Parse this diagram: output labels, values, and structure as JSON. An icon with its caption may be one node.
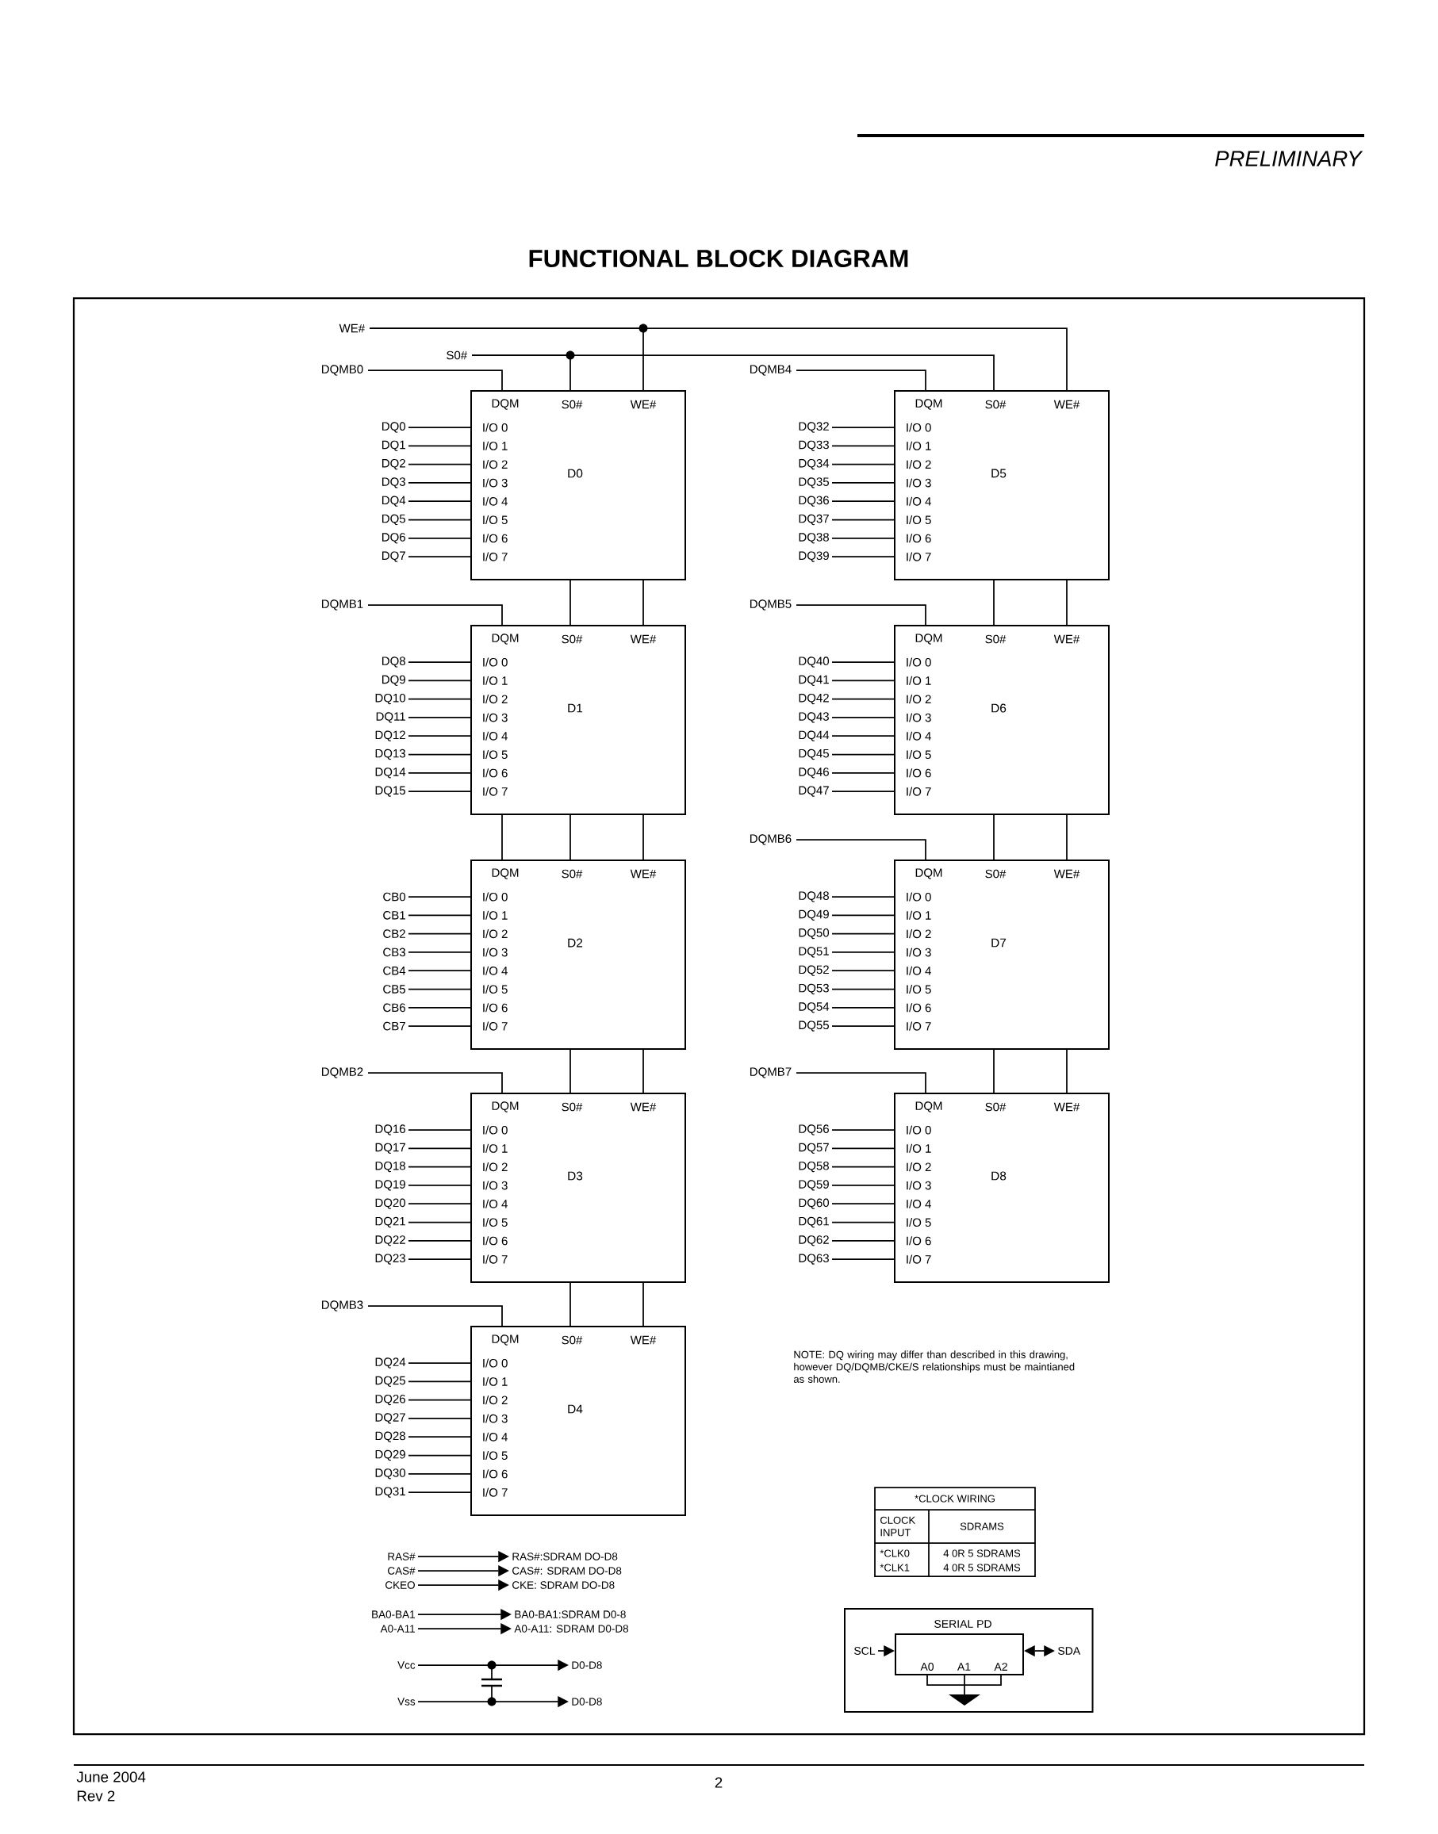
{
  "diagram": {
    "title": "FUNCTIONAL BLOCK DIAGRAM",
    "nodes": [
      {
        "text": [
          "WE#"
        ]
      },
      {
        "text": [
          "S0#"
        ]
      },
      {
        "text": [
          "DQM",
          "S0#",
          "WE#",
          "I/O 0",
          "I/O 1",
          "I/O 2",
          "I/O 3",
          "I/O 4",
          "I/O 5",
          "I/O 6",
          "I/O 7",
          "D0"
        ]
      },
      {
        "text": [
          "DQM",
          "S0#",
          "WE#",
          "I/O 0",
          "I/O 1",
          "I/O 2",
          "I/O 3",
          "I/O 4",
          "I/O 5",
          "I/O 6",
          "I/O 7",
          "D1"
        ]
      },
      {
        "text": [
          "DQM",
          "S0#",
          "WE#",
          "I/O 0",
          "I/O 1",
          "I/O 2",
          "I/O 3",
          "I/O 4",
          "I/O 5",
          "I/O 6",
          "I/O 7",
          "D2"
        ]
      },
      {
        "text": [
          "DQM",
          "S0#",
          "WE#",
          "I/O 0",
          "I/O 1",
          "I/O 2",
          "I/O 3",
          "I/O 4",
          "I/O 5",
          "I/O 6",
          "I/O 7",
          "D3"
        ]
      },
      {
        "text": [
          "DQM",
          "S0#",
          "WE#",
          "I/O 0",
          "I/O 1",
          "I/O 2",
          "I/O 3",
          "I/O 4",
          "I/O 5",
          "I/O 6",
          "I/O 7",
          "D4"
        ]
      },
      {
        "text": [
          "DQM",
          "S0#",
          "WE#",
          "I/O 0",
          "I/O 1",
          "I/O 2",
          "I/O 3",
          "I/O 4",
          "I/O 5",
          "I/O 6",
          "I/O 7",
          "D5"
        ]
      },
      {
        "text": [
          "DQM",
          "S0#",
          "WE#",
          "I/O 0",
          "I/O 1",
          "I/O 2",
          "I/O 3",
          "I/O 4",
          "I/O 5",
          "I/O 6",
          "I/O 7",
          "D6"
        ]
      },
      {
        "text": [
          "DQM",
          "S0#",
          "WE#",
          "I/O 0",
          "I/O 1",
          "I/O 2",
          "I/O 3",
          "I/O 4",
          "I/O 5",
          "I/O 6",
          "I/O 7",
          "D7"
        ]
      },
      {
        "text": [
          "DQM",
          "S0#",
          "WE#",
          "I/O 0",
          "I/O 1",
          "I/O 2",
          "I/O 3",
          "I/O 4",
          "I/O 5",
          "I/O 6",
          "I/O 7",
          "D8"
        ]
      },
      {
        "text": [
          "DQMB0"
        ]
      },
      {
        "text": [
          "DQMB1"
        ]
      },
      {
        "text": [
          "DQMB2"
        ]
      },
      {
        "text": [
          "DQMB3"
        ]
      },
      {
        "text": [
          "DQMB4"
        ]
      },
      {
        "text": [
          "DQMB5"
        ]
      },
      {
        "text": [
          "DQMB6"
        ]
      },
      {
        "text": [
          "DQMB7"
        ]
      },
      {
        "text": [
          "DQ0"
        ]
      },
      {
        "text": [
          "DQ1"
        ]
      },
      {
        "text": [
          "DQ2"
        ]
      },
      {
        "text": [
          "DQ3"
        ]
      },
      {
        "text": [
          "DQ4"
        ]
      },
      {
        "text": [
          "DQ5"
        ]
      },
      {
        "text": [
          "DQ6"
        ]
      },
      {
        "text": [
          "DQ7"
        ]
      },
      {
        "text": [
          "DQ8"
        ]
      },
      {
        "text": [
          "DQ9"
        ]
      },
      {
        "text": [
          "DQ10"
        ]
      },
      {
        "text": [
          "DQ11"
        ]
      },
      {
        "text": [
          "DQ12"
        ]
      },
      {
        "text": [
          "DQ13"
        ]
      },
      {
        "text": [
          "DQ14"
        ]
      },
      {
        "text": [
          "DQ15"
        ]
      },
      {
        "text": [
          "CB0"
        ]
      },
      {
        "text": [
          "CB1"
        ]
      },
      {
        "text": [
          "CB2"
        ]
      },
      {
        "text": [
          "CB3"
        ]
      },
      {
        "text": [
          "CB4"
        ]
      },
      {
        "text": [
          "CB5"
        ]
      },
      {
        "text": [
          "CB6"
        ]
      },
      {
        "text": [
          "CB7"
        ]
      },
      {
        "text": [
          "DQ16"
        ]
      },
      {
        "text": [
          "DQ17"
        ]
      },
      {
        "text": [
          "DQ18"
        ]
      },
      {
        "text": [
          "DQ19"
        ]
      },
      {
        "text": [
          "DQ20"
        ]
      },
      {
        "text": [
          "DQ21"
        ]
      },
      {
        "text": [
          "DQ22"
        ]
      },
      {
        "text": [
          "DQ23"
        ]
      },
      {
        "text": [
          "DQ24"
        ]
      },
      {
        "text": [
          "DQ25"
        ]
      },
      {
        "text": [
          "DQ26"
        ]
      },
      {
        "text": [
          "DQ27"
        ]
      },
      {
        "text": [
          "DQ28"
        ]
      },
      {
        "text": [
          "DQ29"
        ]
      },
      {
        "text": [
          "DQ30"
        ]
      },
      {
        "text": [
          "DQ31"
        ]
      },
      {
        "text": [
          "DQ32"
        ]
      },
      {
        "text": [
          "DQ33"
        ]
      },
      {
        "text": [
          "DQ34"
        ]
      },
      {
        "text": [
          "DQ35"
        ]
      },
      {
        "text": [
          "DQ36"
        ]
      },
      {
        "text": [
          "DQ37"
        ]
      },
      {
        "text": [
          "DQ38"
        ]
      },
      {
        "text": [
          "DQ39"
        ]
      },
      {
        "text": [
          "DQ40"
        ]
      },
      {
        "text": [
          "DQ41"
        ]
      },
      {
        "text": [
          "DQ42"
        ]
      },
      {
        "text": [
          "DQ43"
        ]
      },
      {
        "text": [
          "DQ44"
        ]
      },
      {
        "text": [
          "DQ45"
        ]
      },
      {
        "text": [
          "DQ46"
        ]
      },
      {
        "text": [
          "DQ47"
        ]
      },
      {
        "text": [
          "DQ48"
        ]
      },
      {
        "text": [
          "DQ49"
        ]
      },
      {
        "text": [
          "DQ50"
        ]
      },
      {
        "text": [
          "DQ51"
        ]
      },
      {
        "text": [
          "DQ52"
        ]
      },
      {
        "text": [
          "DQ53"
        ]
      },
      {
        "text": [
          "DQ54"
        ]
      },
      {
        "text": [
          "DQ55"
        ]
      },
      {
        "text": [
          "DQ56"
        ]
      },
      {
        "text": [
          "DQ57"
        ]
      },
      {
        "text": [
          "DQ58"
        ]
      },
      {
        "text": [
          "DQ59"
        ]
      },
      {
        "text": [
          "DQ60"
        ]
      },
      {
        "text": [
          "DQ61"
        ]
      },
      {
        "text": [
          "DQ62"
        ]
      },
      {
        "text": [
          "DQ63"
        ]
      },
      {
        "text": [
          "RAS#"
        ]
      },
      {
        "text": [
          "RAS#:SDRAM DO-D8"
        ]
      },
      {
        "text": [
          "CAS#"
        ]
      },
      {
        "text": [
          "CAS#: SDRAM DO-D8"
        ]
      },
      {
        "text": [
          "CKEO"
        ]
      },
      {
        "text": [
          "CKE: SDRAM DO-D8"
        ]
      },
      {
        "text": [
          "BA0-BA1"
        ]
      },
      {
        "text": [
          "BA0-BA1:SDRAM D0-8"
        ]
      },
      {
        "text": [
          "A0-A11"
        ]
      },
      {
        "text": [
          "A0-A11: SDRAM D0-D8"
        ]
      },
      {
        "text": [
          "Vcc"
        ]
      },
      {
        "text": [
          "D0-D8"
        ]
      },
      {
        "text": [
          "Vss"
        ]
      },
      {
        "text": [
          "D0-D8"
        ]
      },
      {
        "text": [
          "SERIAL PD"
        ]
      },
      {
        "text": [
          "A0",
          "A1",
          "A2"
        ],
        "in": 105
      },
      {
        "text": [
          "SCL"
        ],
        "in": 105
      },
      {
        "text": [
          "SDA"
        ],
        "in": 105
      }
    ],
    "edges": [
      {
        "from": 0,
        "to": 2,
        "arrow": "none"
      },
      {
        "from": 0,
        "to": 7,
        "arrow": "none"
      },
      {
        "from": 1,
        "to": 2,
        "arrow": "none"
      },
      {
        "from": 1,
        "to": 7,
        "arrow": "none"
      },
      {
        "from": 11,
        "to": 2,
        "arrow": "none"
      },
      {
        "from": 12,
        "to": 3,
        "arrow": "none"
      },
      {
        "from": 13,
        "to": 5,
        "arrow": "none"
      },
      {
        "from": 14,
        "to": 6,
        "arrow": "none"
      },
      {
        "from": 15,
        "to": 7,
        "arrow": "none"
      },
      {
        "from": 16,
        "to": 8,
        "arrow": "none"
      },
      {
        "from": 17,
        "to": 9,
        "arrow": "none"
      },
      {
        "from": 18,
        "to": 10,
        "arrow": "none"
      },
      {
        "from": 2,
        "to": 3,
        "arrow": "none"
      },
      {
        "from": 2,
        "to": 3,
        "arrow": "none"
      },
      {
        "from": 3,
        "to": 4,
        "arrow": "none"
      },
      {
        "from": 3,
        "to": 4,
        "arrow": "none"
      },
      {
        "from": 3,
        "to": 4,
        "arrow": "none"
      },
      {
        "from": 4,
        "to": 5,
        "arrow": "none"
      },
      {
        "from": 4,
        "to": 5,
        "arrow": "none"
      },
      {
        "from": 5,
        "to": 6,
        "arrow": "none"
      },
      {
        "from": 5,
        "to": 6,
        "arrow": "none"
      },
      {
        "from": 7,
        "to": 8,
        "arrow": "none"
      },
      {
        "from": 7,
        "to": 8,
        "arrow": "none"
      },
      {
        "from": 8,
        "to": 9,
        "arrow": "none"
      },
      {
        "from": 8,
        "to": 9,
        "arrow": "none"
      },
      {
        "from": 9,
        "to": 10,
        "arrow": "none"
      },
      {
        "from": 9,
        "to": 10,
        "arrow": "none"
      },
      {
        "from": 19,
        "to": 2,
        "arrow": "none"
      },
      {
        "from": 20,
        "to": 2,
        "arrow": "none"
      },
      {
        "from": 21,
        "to": 2,
        "arrow": "none"
      },
      {
        "from": 22,
        "to": 2,
        "arrow": "none"
      },
      {
        "from": 23,
        "to": 2,
        "arrow": "none"
      },
      {
        "from": 24,
        "to": 2,
        "arrow": "none"
      },
      {
        "from": 25,
        "to": 2,
        "arrow": "none"
      },
      {
        "from": 26,
        "to": 2,
        "arrow": "none"
      },
      {
        "from": 27,
        "to": 3,
        "arrow": "none"
      },
      {
        "from": 28,
        "to": 3,
        "arrow": "none"
      },
      {
        "from": 29,
        "to": 3,
        "arrow": "none"
      },
      {
        "from": 30,
        "to": 3,
        "arrow": "none"
      },
      {
        "from": 31,
        "to": 3,
        "arrow": "none"
      },
      {
        "from": 32,
        "to": 3,
        "arrow": "none"
      },
      {
        "from": 33,
        "to": 3,
        "arrow": "none"
      },
      {
        "from": 34,
        "to": 3,
        "arrow": "none"
      },
      {
        "from": 35,
        "to": 4,
        "arrow": "none"
      },
      {
        "from": 36,
        "to": 4,
        "arrow": "none"
      },
      {
        "from": 37,
        "to": 4,
        "arrow": "none"
      },
      {
        "from": 38,
        "to": 4,
        "arrow": "none"
      },
      {
        "from": 39,
        "to": 4,
        "arrow": "none"
      },
      {
        "from": 40,
        "to": 4,
        "arrow": "none"
      },
      {
        "from": 41,
        "to": 4,
        "arrow": "none"
      },
      {
        "from": 42,
        "to": 4,
        "arrow": "none"
      },
      {
        "from": 43,
        "to": 5,
        "arrow": "none"
      },
      {
        "from": 44,
        "to": 5,
        "arrow": "none"
      },
      {
        "from": 45,
        "to": 5,
        "arrow": "none"
      },
      {
        "from": 46,
        "to": 5,
        "arrow": "none"
      },
      {
        "from": 47,
        "to": 5,
        "arrow": "none"
      },
      {
        "from": 48,
        "to": 5,
        "arrow": "none"
      },
      {
        "from": 49,
        "to": 5,
        "arrow": "none"
      },
      {
        "from": 50,
        "to": 5,
        "arrow": "none"
      },
      {
        "from": 51,
        "to": 6,
        "arrow": "none"
      },
      {
        "from": 52,
        "to": 6,
        "arrow": "none"
      },
      {
        "from": 53,
        "to": 6,
        "arrow": "none"
      },
      {
        "from": 54,
        "to": 6,
        "arrow": "none"
      },
      {
        "from": 55,
        "to": 6,
        "arrow": "none"
      },
      {
        "from": 56,
        "to": 6,
        "arrow": "none"
      },
      {
        "from": 57,
        "to": 6,
        "arrow": "none"
      },
      {
        "from": 58,
        "to": 6,
        "arrow": "none"
      },
      {
        "from": 59,
        "to": 7,
        "arrow": "none"
      },
      {
        "from": 60,
        "to": 7,
        "arrow": "none"
      },
      {
        "from": 61,
        "to": 7,
        "arrow": "none"
      },
      {
        "from": 62,
        "to": 7,
        "arrow": "none"
      },
      {
        "from": 63,
        "to": 7,
        "arrow": "none"
      },
      {
        "from": 64,
        "to": 7,
        "arrow": "none"
      },
      {
        "from": 65,
        "to": 7,
        "arrow": "none"
      },
      {
        "from": 66,
        "to": 7,
        "arrow": "none"
      },
      {
        "from": 67,
        "to": 8,
        "arrow": "none"
      },
      {
        "from": 68,
        "to": 8,
        "arrow": "none"
      },
      {
        "from": 69,
        "to": 8,
        "arrow": "none"
      },
      {
        "from": 70,
        "to": 8,
        "arrow": "none"
      },
      {
        "from": 71,
        "to": 8,
        "arrow": "none"
      },
      {
        "from": 72,
        "to": 8,
        "arrow": "none"
      },
      {
        "from": 73,
        "to": 8,
        "arrow": "none"
      },
      {
        "from": 74,
        "to": 8,
        "arrow": "none"
      },
      {
        "from": 75,
        "to": 9,
        "arrow": "none"
      },
      {
        "from": 76,
        "to": 9,
        "arrow": "none"
      },
      {
        "from": 77,
        "to": 9,
        "arrow": "none"
      },
      {
        "from": 78,
        "to": 9,
        "arrow": "none"
      },
      {
        "from": 79,
        "to": 9,
        "arrow": "none"
      },
      {
        "from": 80,
        "to": 9,
        "arrow": "none"
      },
      {
        "from": 81,
        "to": 9,
        "arrow": "none"
      },
      {
        "from": 82,
        "to": 9,
        "arrow": "none"
      },
      {
        "from": 83,
        "to": 10,
        "arrow": "none"
      },
      {
        "from": 84,
        "to": 10,
        "arrow": "none"
      },
      {
        "from": 85,
        "to": 10,
        "arrow": "none"
      },
      {
        "from": 86,
        "to": 10,
        "arrow": "none"
      },
      {
        "from": 87,
        "to": 10,
        "arrow": "none"
      },
      {
        "from": 88,
        "to": 10,
        "arrow": "none"
      },
      {
        "from": 89,
        "to": 10,
        "arrow": "none"
      },
      {
        "from": 90,
        "to": 10,
        "arrow": "none"
      },
      {
        "from": 91,
        "to": 92,
        "arrow": "to"
      },
      {
        "from": 93,
        "to": 94,
        "arrow": "to"
      },
      {
        "from": 95,
        "to": 96,
        "arrow": "to"
      },
      {
        "from": 97,
        "to": 98,
        "arrow": "to"
      },
      {
        "from": 99,
        "to": 100,
        "arrow": "to"
      },
      {
        "from": 101,
        "to": 102,
        "arrow": "to"
      },
      {
        "from": 103,
        "to": 104,
        "arrow": "to"
      },
      {
        "from": 107,
        "to": 106,
        "arrow": "to"
      },
      {
        "from": 106,
        "to": 108,
        "arrow": "both"
      }
    ],
    "labels": [
      "PRELIMINARY",
      "NOTE: DQ wiring may differ than described in this drawing, however DQ/DQMB/CKE/S relationships must be maintianed as shown.",
      "*CLOCK WIRING",
      "CLOCK INPUT",
      "SDRAMS",
      "*CLK0",
      "4 0R 5 SDRAMS",
      "*CLK1",
      "4 0R 5 SDRAMS",
      "June 2004",
      "2",
      "Rev 2"
    ]
  }
}
